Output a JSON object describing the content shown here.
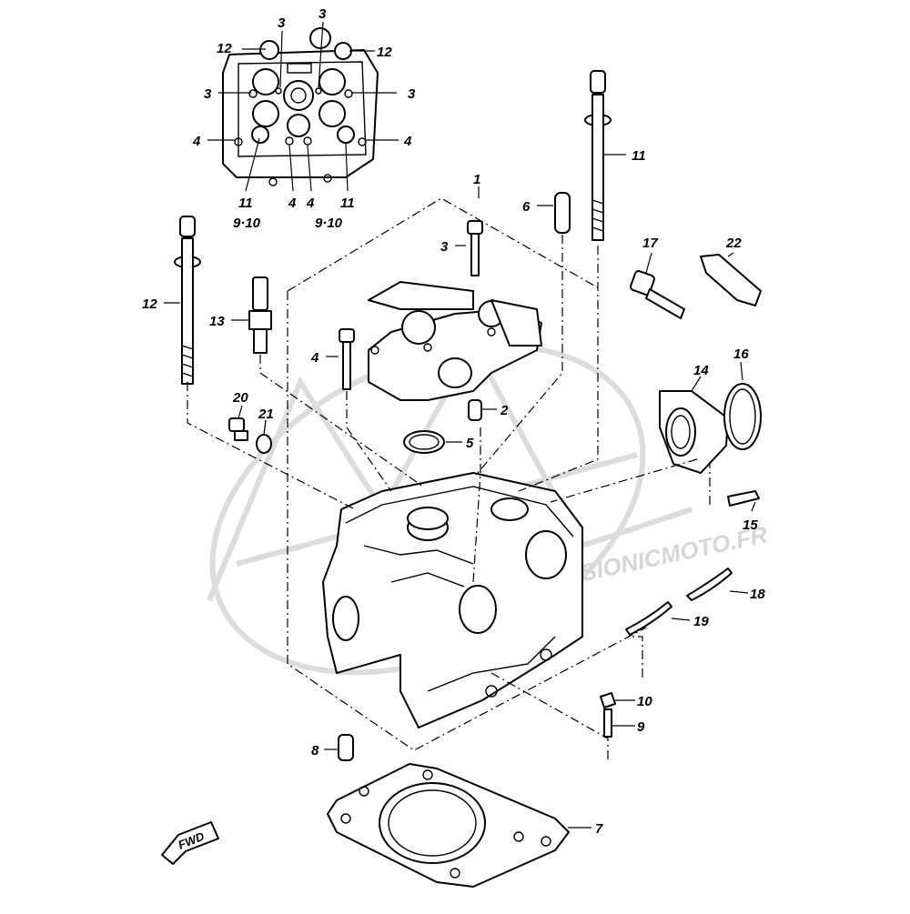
{
  "watermark": {
    "text": "PASSIONICMOTO.FR"
  },
  "direction_badge": {
    "label": "FWD"
  },
  "callouts": [
    {
      "key": "c3a",
      "label": "3"
    },
    {
      "key": "c3b",
      "label": "3"
    },
    {
      "key": "c3c",
      "label": "3"
    },
    {
      "key": "c3d",
      "label": "3"
    },
    {
      "key": "c12a",
      "label": "12"
    },
    {
      "key": "c12b",
      "label": "12"
    },
    {
      "key": "c4a",
      "label": "4"
    },
    {
      "key": "c4b",
      "label": "4"
    },
    {
      "key": "c11a",
      "label": "11"
    },
    {
      "key": "c4c",
      "label": "4"
    },
    {
      "key": "c4d",
      "label": "4"
    },
    {
      "key": "c11b",
      "label": "11"
    },
    {
      "key": "c910a",
      "label": "9·10"
    },
    {
      "key": "c910b",
      "label": "9·10"
    },
    {
      "key": "c1",
      "label": "1"
    },
    {
      "key": "c6",
      "label": "6"
    },
    {
      "key": "c11c",
      "label": "11"
    },
    {
      "key": "c3e",
      "label": "3"
    },
    {
      "key": "c12c",
      "label": "12"
    },
    {
      "key": "c13",
      "label": "13"
    },
    {
      "key": "c17",
      "label": "17"
    },
    {
      "key": "c22",
      "label": "22"
    },
    {
      "key": "c4e",
      "label": "4"
    },
    {
      "key": "c16a",
      "label": "16"
    },
    {
      "key": "c14",
      "label": "14"
    },
    {
      "key": "c2",
      "label": "2"
    },
    {
      "key": "c20",
      "label": "20"
    },
    {
      "key": "c21",
      "label": "21"
    },
    {
      "key": "c5",
      "label": "5"
    },
    {
      "key": "c15",
      "label": "15"
    },
    {
      "key": "c18",
      "label": "18"
    },
    {
      "key": "c19",
      "label": "19"
    },
    {
      "key": "c10",
      "label": "10"
    },
    {
      "key": "c9",
      "label": "9"
    },
    {
      "key": "c8",
      "label": "8"
    },
    {
      "key": "c7",
      "label": "7"
    }
  ]
}
